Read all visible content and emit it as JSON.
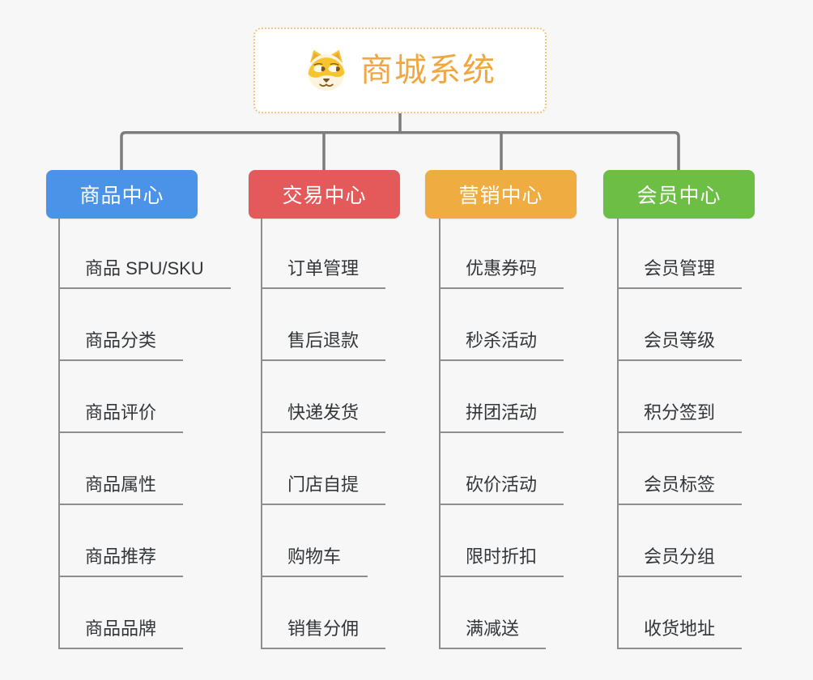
{
  "root": {
    "label": "商城系统",
    "icon": "doge-icon"
  },
  "branches": [
    {
      "label": "商品中心",
      "color": "#4b93e9",
      "children": [
        "商品 SPU/SKU",
        "商品分类",
        "商品评价",
        "商品属性",
        "商品推荐",
        "商品品牌"
      ]
    },
    {
      "label": "交易中心",
      "color": "#e45a5a",
      "children": [
        "订单管理",
        "售后退款",
        "快递发货",
        "门店自提",
        "购物车",
        "销售分佣"
      ]
    },
    {
      "label": "营销中心",
      "color": "#efac40",
      "children": [
        "优惠券码",
        "秒杀活动",
        "拼团活动",
        "砍价活动",
        "限时折扣",
        "满减送"
      ]
    },
    {
      "label": "会员中心",
      "color": "#6dbe44",
      "children": [
        "会员管理",
        "会员等级",
        "积分签到",
        "会员标签",
        "会员分组",
        "收货地址"
      ]
    }
  ],
  "colors": {
    "background": "#f7f7f7",
    "connector": "#7c7c7c",
    "leaf_line": "#8e8e8e",
    "root_accent": "#f1a73f",
    "root_border": "#f3c67f"
  }
}
